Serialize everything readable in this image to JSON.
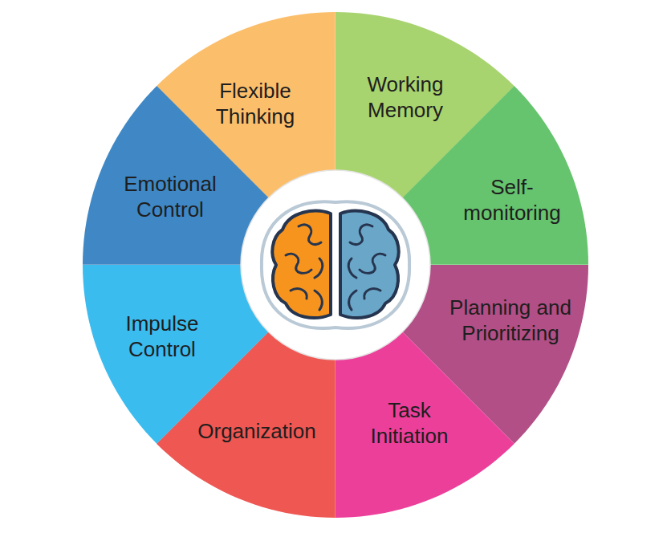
{
  "diagram": {
    "nodes": [
      {
        "text": [
          "Flexible Thinking"
        ]
      },
      {
        "text": [
          "Working Memory"
        ]
      },
      {
        "text": [
          "Self-monitoring"
        ]
      },
      {
        "text": [
          "Planning and Prioritizing"
        ]
      },
      {
        "text": [
          "Task Initiation"
        ]
      },
      {
        "text": [
          "Organization"
        ]
      },
      {
        "text": [
          "Impulse Control"
        ]
      },
      {
        "text": [
          "Emotional Control"
        ]
      }
    ]
  }
}
